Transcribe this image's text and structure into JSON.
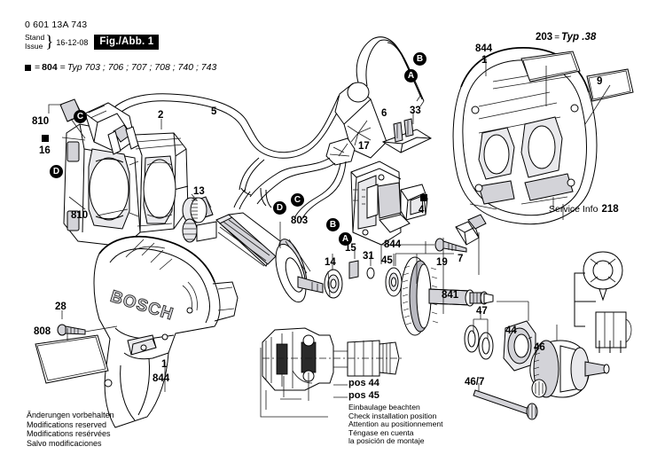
{
  "document": {
    "part_number": "0 601 13A 743",
    "stand_label": "Stand",
    "issue_label": "Issue",
    "brace": "}",
    "date": "16-12-08",
    "figure_label": "Fig./Abb. 1"
  },
  "legend": {
    "square_glyph": "■",
    "equals_1": "=",
    "code": "804",
    "equals_2": "=",
    "types": "Typ 703 ; 706 ; 707 ; 708 ; 740 ; 743"
  },
  "variant_note": {
    "number": "203",
    "equals": "=",
    "type": "Typ .38"
  },
  "service_info": {
    "label": "Service Info",
    "number": "218"
  },
  "callouts": [
    {
      "id": "c-810-top",
      "text": "810"
    },
    {
      "id": "c-16",
      "text": "16"
    },
    {
      "id": "c-810-bottom",
      "text": "810"
    },
    {
      "id": "c-2",
      "text": "2"
    },
    {
      "id": "c-13",
      "text": "13"
    },
    {
      "id": "c-5",
      "text": "5"
    },
    {
      "id": "c-6",
      "text": "6"
    },
    {
      "id": "c-17",
      "text": "17"
    },
    {
      "id": "c-33",
      "text": "33"
    },
    {
      "id": "c-4",
      "text": "4"
    },
    {
      "id": "c-844-top",
      "text": "844"
    },
    {
      "id": "c-1-top",
      "text": "1"
    },
    {
      "id": "c-9",
      "text": "9"
    },
    {
      "id": "c-803",
      "text": "803"
    },
    {
      "id": "c-14",
      "text": "14"
    },
    {
      "id": "c-15",
      "text": "15"
    },
    {
      "id": "c-31",
      "text": "31"
    },
    {
      "id": "c-45",
      "text": "45"
    },
    {
      "id": "c-844-mid",
      "text": "844"
    },
    {
      "id": "c-841",
      "text": "841"
    },
    {
      "id": "c-19",
      "text": "19"
    },
    {
      "id": "c-7",
      "text": "7"
    },
    {
      "id": "c-47",
      "text": "47"
    },
    {
      "id": "c-44",
      "text": "44"
    },
    {
      "id": "c-46",
      "text": "46"
    },
    {
      "id": "c-46-7",
      "text": "46/7"
    },
    {
      "id": "c-28",
      "text": "28"
    },
    {
      "id": "c-808",
      "text": "808"
    },
    {
      "id": "c-1-bottom",
      "text": "1"
    },
    {
      "id": "c-844-bottom",
      "text": "844"
    }
  ],
  "circled_markers": [
    {
      "id": "m-a-top",
      "letter": "A"
    },
    {
      "id": "m-b-top",
      "letter": "B"
    },
    {
      "id": "m-c-left",
      "letter": "C"
    },
    {
      "id": "m-d-left",
      "letter": "D"
    },
    {
      "id": "m-c-mid",
      "letter": "C"
    },
    {
      "id": "m-d-mid",
      "letter": "D"
    },
    {
      "id": "m-b-mid",
      "letter": "B"
    },
    {
      "id": "m-a-mid",
      "letter": "A"
    }
  ],
  "install_note": {
    "pos_44": "pos 44",
    "pos_45": "pos 45",
    "lines": [
      "Einbaulage beachten",
      "Check installation position",
      "Attention au positionnement",
      "Téngase en cuenta",
      "la posición de montaje"
    ]
  },
  "footer": {
    "lines": [
      "Änderungen vorbehalten",
      "Modifications reserved",
      "Modifications resérvées",
      "Salvo modificaciones"
    ]
  },
  "brand": {
    "name": "BOSCH"
  },
  "colors": {
    "line": "#000000",
    "paper": "#ffffff",
    "shade_light": "#e9e9ec",
    "shade_mid": "#d3d3d8",
    "shade_dark": "#b9b9c0"
  }
}
